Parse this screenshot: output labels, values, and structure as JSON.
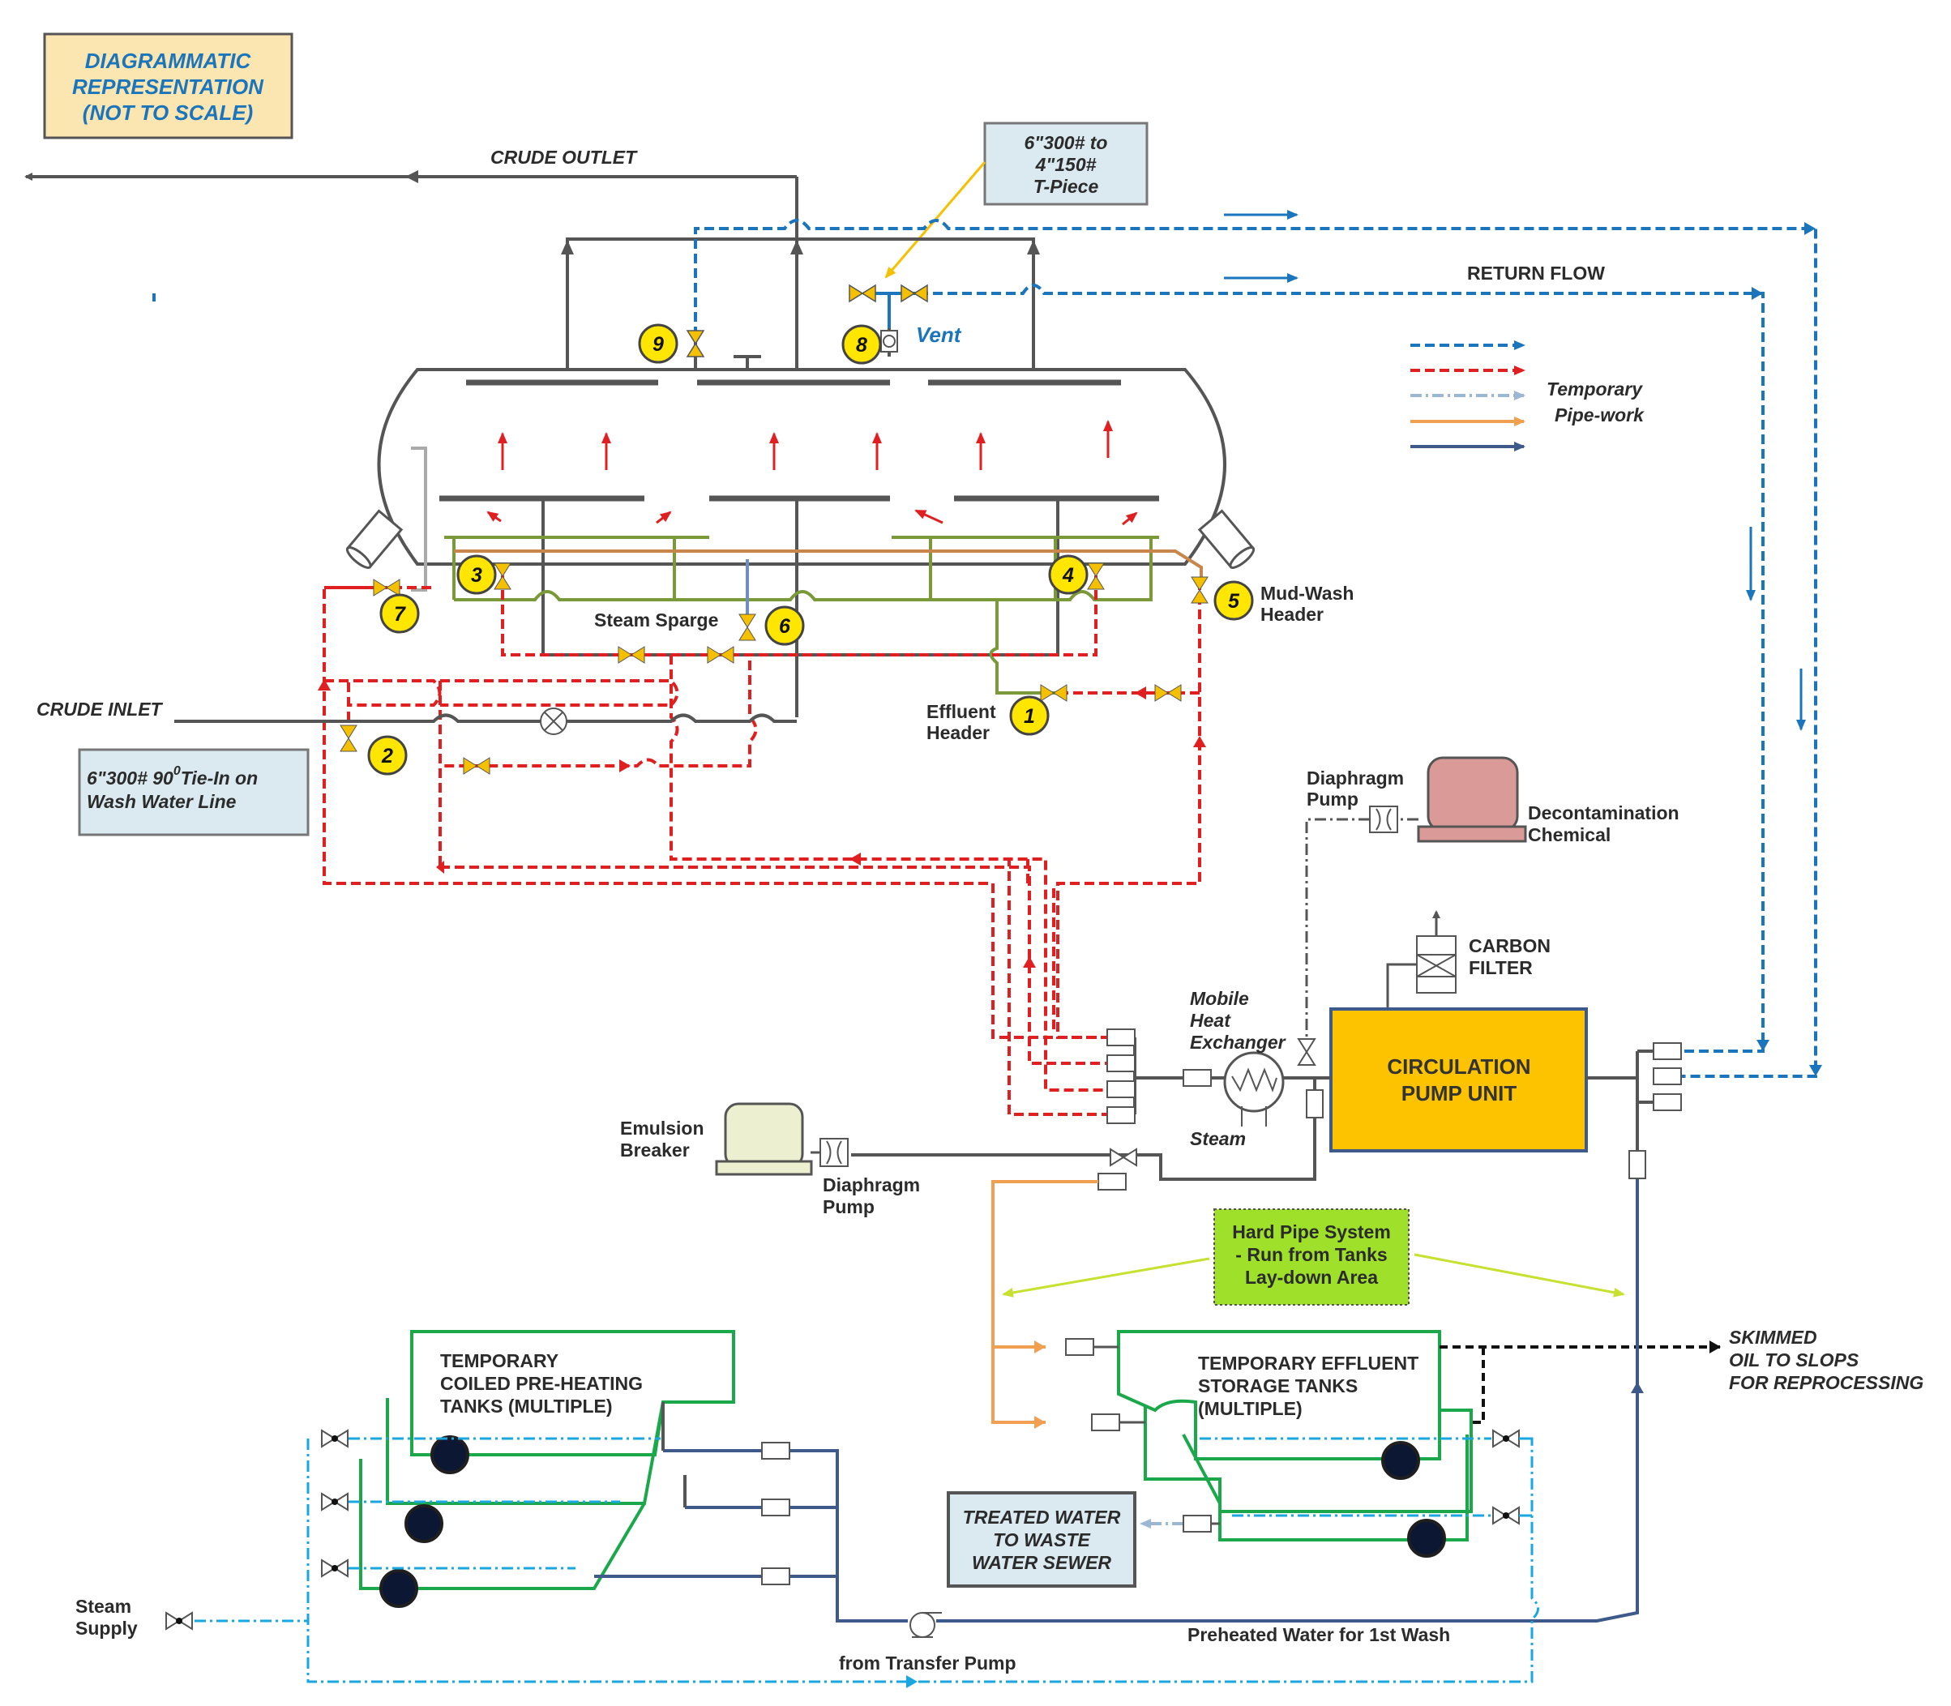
{
  "labels": {
    "diag_box_l1": "DIAGRAMMATIC",
    "diag_box_l2": "REPRESENTATION",
    "diag_box_l3": "(NOT TO SCALE)",
    "crude_outlet": "CRUDE OUTLET",
    "tpiece_l1": "6\"300# to",
    "tpiece_l2": "4\"150#",
    "tpiece_l3": "T-Piece",
    "return_flow": "RETURN FLOW",
    "vent": "Vent",
    "temp_pipework_l1": "Temporary",
    "temp_pipework_l2": "Pipe-work",
    "steam_sparge": "Steam Sparge",
    "mud_wash_l1": "Mud-Wash",
    "mud_wash_l2": "Header",
    "crude_inlet": "CRUDE INLET",
    "effluent_header_l1": "Effluent",
    "effluent_header_l2": "Header",
    "tiein_l1": "6\"300# 90",
    "tiein_sup": "0",
    "tiein_l1b": "Tie-In on",
    "tiein_l2": "Wash Water Line",
    "diaphragm_pump_top_l1": "Diaphragm",
    "diaphragm_pump_top_l2": "Pump",
    "decon_l1": "Decontamination",
    "decon_l2": "Chemical",
    "carbon_l1": "CARBON",
    "carbon_l2": "FILTER",
    "mobile_hx_l1": "Mobile",
    "mobile_hx_l2": "Heat",
    "mobile_hx_l3": "Exchanger",
    "steam": "Steam",
    "circ_l1": "CIRCULATION",
    "circ_l2": "PUMP UNIT",
    "emulsion_l1": "Emulsion",
    "emulsion_l2": "Breaker",
    "diaphragm_pump_bot_l1": "Diaphragm",
    "diaphragm_pump_bot_l2": "Pump",
    "hard_pipe_l1": "Hard Pipe System",
    "hard_pipe_l2": "- Run from Tanks",
    "hard_pipe_l3": "Lay-down Area",
    "skimmed_l1": "SKIMMED",
    "skimmed_l2": "OIL TO SLOPS",
    "skimmed_l3": "FOR REPROCESSING",
    "preheat_l1": "TEMPORARY",
    "preheat_l2": "COILED PRE-HEATING",
    "preheat_l3": "TANKS   (MULTIPLE)",
    "effluent_l1": "TEMPORARY EFFLUENT",
    "effluent_l2": "STORAGE TANKS",
    "effluent_l3": "(MULTIPLE)",
    "treated_l1": "TREATED WATER",
    "treated_l2": "TO WASTE",
    "treated_l3": "WATER SEWER",
    "steam_supply_l1": "Steam",
    "steam_supply_l2": "Supply",
    "preheated_water": "Preheated Water for 1st Wash",
    "transfer_pump": "from Transfer Pump"
  },
  "valve_numbers": {
    "n1": "1",
    "n2": "2",
    "n3": "3",
    "n4": "4",
    "n5": "5",
    "n6": "6",
    "n7": "7",
    "n8": "8",
    "n9": "9"
  },
  "colors": {
    "return_blue": "#1b75bc",
    "red_line": "#e02020",
    "light_blue_dashdot": "#9ab7d3",
    "orange_line": "#f0a050",
    "navy_line": "#3d5a8a",
    "process_grey": "#555555",
    "green_header": "#7a9a3a",
    "tank_green": "#1aa84a",
    "steam_cyan": "#1aa7e0",
    "circ_pump_fill": "#fdc300",
    "valve_yellow": "#ffe600",
    "hardpipe_fill": "#9ee02a",
    "info_box_fill": "#dbeaf0",
    "diag_box_fill": "#fbe5b0",
    "decon_fill": "#d99a98",
    "emulsion_fill": "#edf0d0"
  }
}
